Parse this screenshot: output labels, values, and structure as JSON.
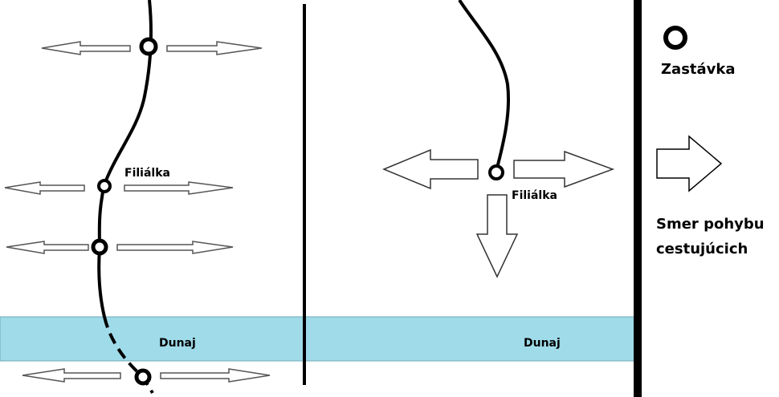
{
  "left_panel": {
    "station_label": "Filiálka",
    "river_label": "Dunaj"
  },
  "right_panel": {
    "station_label": "Filiálka",
    "river_label": "Dunaj"
  },
  "legend": {
    "stop_label": "Zastávka",
    "direction_line1": "Smer pohybu",
    "direction_line2": "cestujúcich"
  },
  "colors": {
    "river": "#9fdbe9",
    "line": "#000000",
    "background": "#ffffff"
  }
}
